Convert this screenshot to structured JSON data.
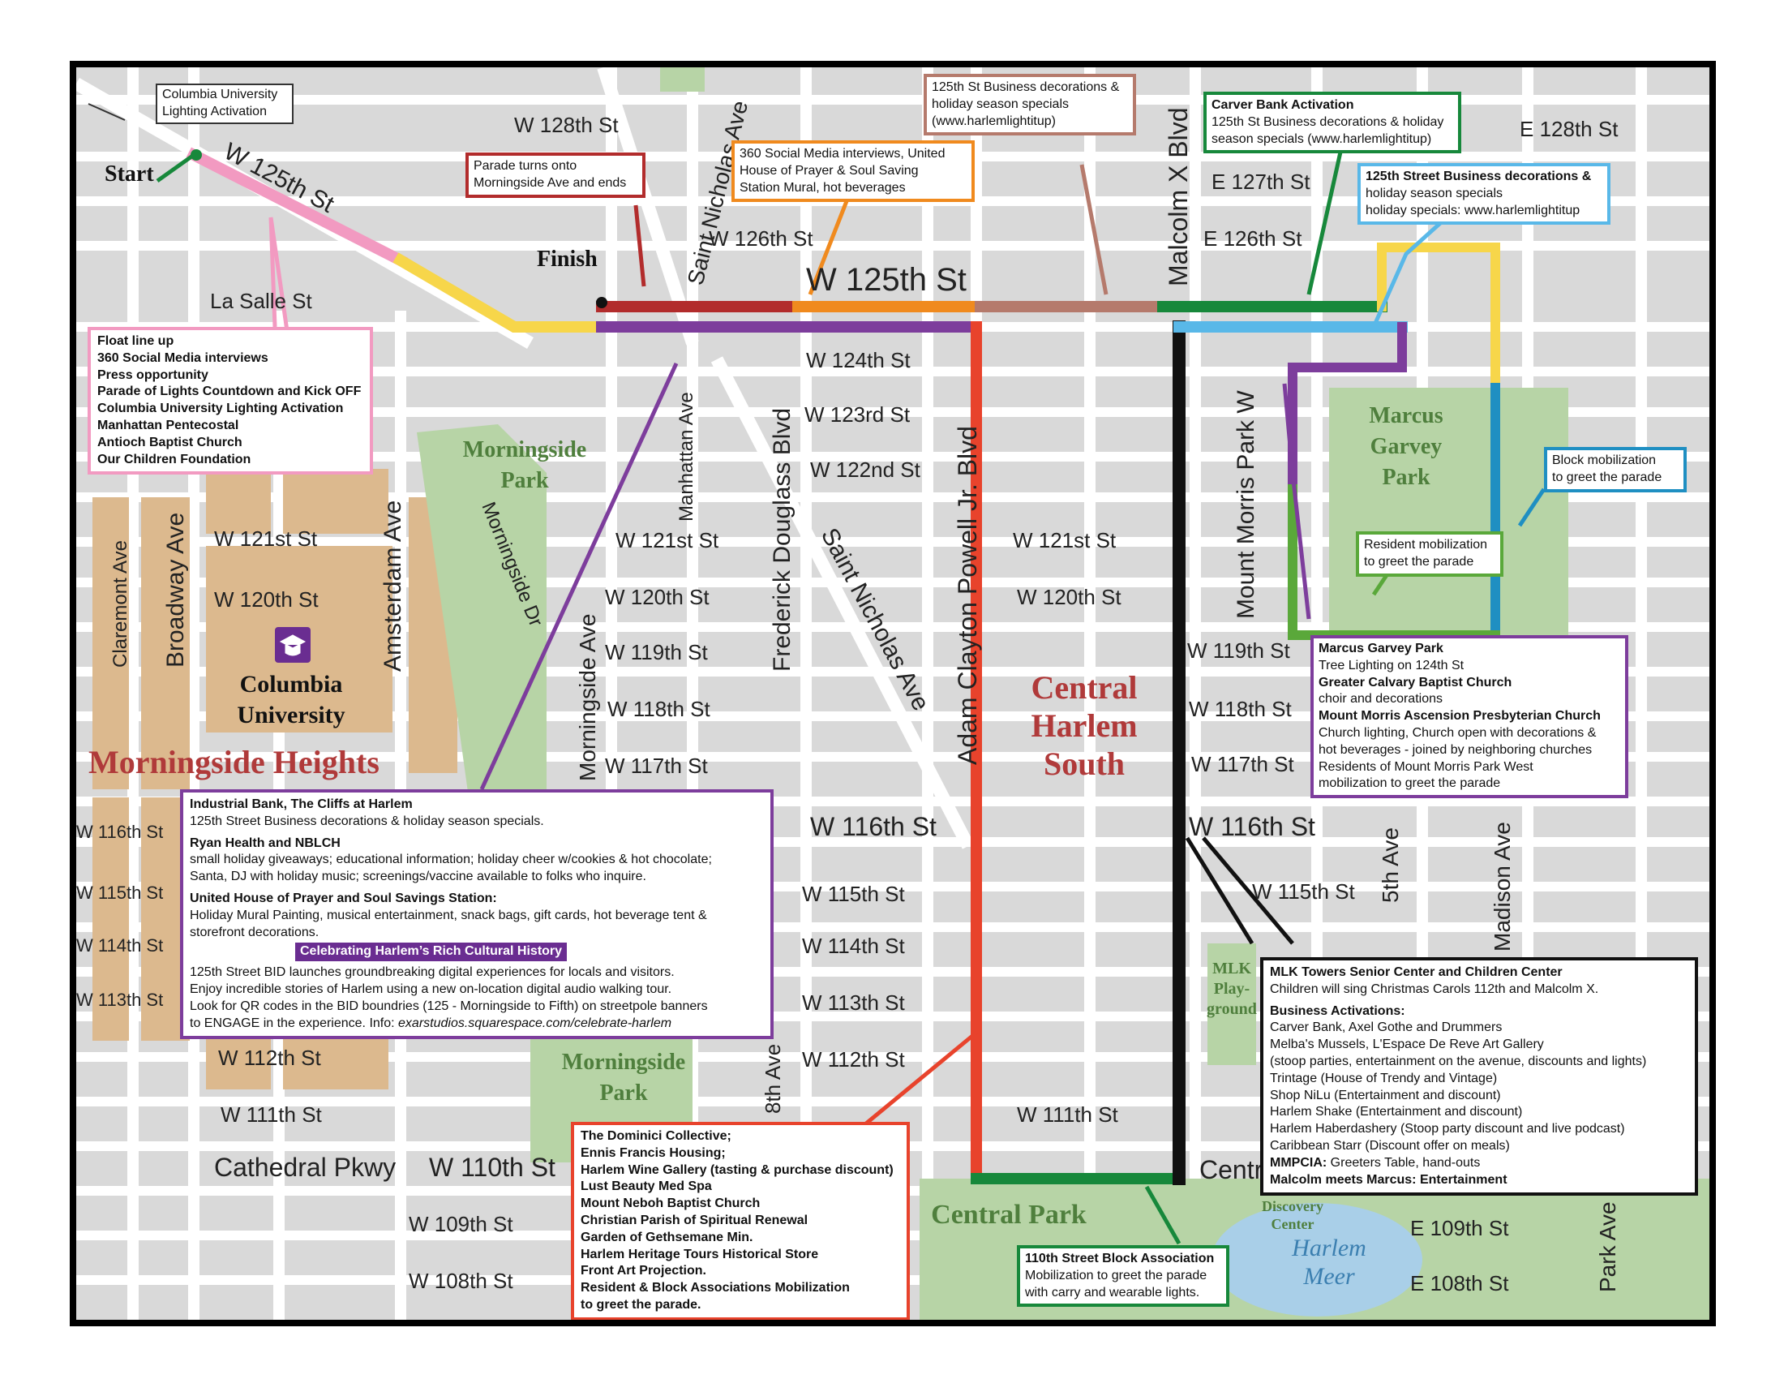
{
  "colors": {
    "pink": "#f29ac1",
    "yellow": "#f7d64a",
    "darkred": "#b22c2c",
    "orange": "#f08a1e",
    "brown": "#b57a6c",
    "green": "#17883b",
    "lightblue": "#59b8e8",
    "purple": "#7d3d9c",
    "red": "#e8432c",
    "black": "#111111",
    "blue": "#1f8fc2",
    "park": "#b7d4a6",
    "campus": "#dcb98e",
    "water": "#a9cfe8",
    "heading": "#b03a3a"
  },
  "labels": {
    "start": "Start",
    "finish": "Finish",
    "neighborhoods": {
      "morningside_heights": "Morningside Heights",
      "central_harlem_south_1": "Central",
      "central_harlem_south_2": "Harlem",
      "central_harlem_south_3": "South",
      "columbia_1": "Columbia",
      "columbia_2": "University"
    },
    "parks": {
      "morningside_park_n1": "Morningside",
      "morningside_park_n2": "Park",
      "morningside_park_s1": "Morningside",
      "morningside_park_s2": "Park",
      "marcus_1": "Marcus",
      "marcus_2": "Garvey",
      "marcus_3": "Park",
      "central_park": "Central Park",
      "mlk_1": "MLK",
      "mlk_2": "Play-",
      "mlk_3": "ground",
      "discovery_1": "Discovery",
      "discovery_2": "Center",
      "harlem_meer_1": "Harlem",
      "harlem_meer_2": "Meer"
    },
    "streets": {
      "w128": "W 128th St",
      "e128": "E 128th St",
      "e127": "E 127th St",
      "w126": "W 126th St",
      "e126": "E 126th St",
      "w125_diag": "W 125th St",
      "w125": "W 125th St",
      "lasalle": "La Salle St",
      "w124": "W 124th St",
      "w123": "W 123rd St",
      "w122": "W 122nd St",
      "w121_a": "W 121st St",
      "w121_b": "W 121st St",
      "w121_c": "W 121st St",
      "w120_a": "W 120th St",
      "w120_b": "W 120th St",
      "w120_c": "W 120th St",
      "w119_a": "W 119th St",
      "w119_b": "W 119th St",
      "w118_a": "W 118th St",
      "w118_b": "W 118th St",
      "w117_a": "W 117th St",
      "w117_b": "W 117th St",
      "w116_a": "W 116th St",
      "w116_b": "W 116th St",
      "w116_c": "W 116th St",
      "w115_a": "W 115th St",
      "w115_b": "W 115th St",
      "w115_c": "W 115th St",
      "w114_a": "W 114th St",
      "w114_b": "W 114th St",
      "w113_a": "W 113th St",
      "w113_b": "W 113th St",
      "w112_a": "W 112th St",
      "w112_b": "W 112th St",
      "w111_a": "W 111th St",
      "w111_b": "W 111th St",
      "cathedral": "Cathedral Pkwy",
      "w110": "W 110th St",
      "w109": "W 109th St",
      "w108": "W 108th St",
      "e109": "E 109th St",
      "e108": "E 108th St",
      "central_cut": "Centr",
      "st_nicholas_n": "Saint Nicholas Ave",
      "st_nicholas_s": "Saint Nicholas Ave",
      "malcolm": "Malcolm X Blvd",
      "manhattan": "Manhattan Ave",
      "fred_douglass": "Frederick Douglass Blvd",
      "acp": "Adam Clayton Powell Jr. Blvd",
      "mount_morris": "Mount Morris Park W",
      "fifth": "5th Ave",
      "madison": "Madison Ave",
      "park_ave": "Park Ave",
      "claremont": "Claremont Ave",
      "broadway": "Broadway Ave",
      "amsterdam": "Amsterdam Ave",
      "morningside_dr": "Morningside Dr",
      "morningside_ave": "Morningside Ave",
      "eighth_ave": "8th Ave"
    }
  },
  "callouts": {
    "columbia_lighting": [
      "Columbia University",
      "Lighting Activation"
    ],
    "parade_turns": [
      "Parade turns onto",
      "Morningside Ave and ends"
    ],
    "social_360": [
      "360 Social Media interviews, United",
      "House of Prayer & Soul Saving",
      "Station Mural, hot beverages"
    ],
    "business_125_brown": [
      "125th St Business decorations &",
      "holiday season specials",
      "(www.harlemlightitup)"
    ],
    "carver": {
      "title": "Carver Bank Activation",
      "lines": [
        "125th St Business decorations & holiday",
        "season specials (www.harlemlightitup)"
      ]
    },
    "business_125_blue": {
      "title": "125th Street Business decorations &",
      "lines": [
        "holiday season specials",
        "holiday specials: www.harlemlightitup"
      ]
    },
    "float": [
      "Float line up",
      "360 Social Media interviews",
      "Press opportunity",
      "Parade of Lights Countdown and Kick OFF",
      "Columbia University Lighting Activation",
      "Manhattan Pentecostal",
      "Antioch Baptist Church",
      "Our Children Foundation"
    ],
    "block_mobil": [
      "Block mobilization",
      "to greet the parade"
    ],
    "resident_mobil": [
      "Resident mobilization",
      "to greet the parade"
    ],
    "marcus": [
      {
        "b": true,
        "t": "Marcus Garvey Park"
      },
      {
        "b": false,
        "t": "Tree Lighting on 124th St"
      },
      {
        "b": true,
        "t": "Greater Calvary Baptist Church"
      },
      {
        "b": false,
        "t": "choir and decorations"
      },
      {
        "b": true,
        "t": "Mount Morris Ascension Presbyterian Church"
      },
      {
        "b": false,
        "t": "Church lighting, Church open with decorations &"
      },
      {
        "b": false,
        "t": " hot beverages -  joined by neighboring churches"
      },
      {
        "b": false,
        "t": "Residents of Mount Morris Park West"
      },
      {
        "b": false,
        "t": "mobilization to greet the parade"
      }
    ],
    "industrial": {
      "l1b": "Industrial Bank,  The Cliffs at Harlem",
      "l2": "125th Street Business decorations & holiday season specials.",
      "l3b": "Ryan Health and NBLCH",
      "l4": "small holiday giveaways; educational information; holiday cheer w/cookies & hot chocolate;",
      "l5": "Santa, DJ with holiday music; screenings/vaccine available to folks who inquire.",
      "l6b": "United House of Prayer and Soul Savings Station:",
      "l7": "Holiday Mural Painting, musical entertainment, snack bags, gift cards, hot beverage tent &",
      "l8": "storefront decorations.",
      "banner": "Celebrating Harlem’s Rich Cultural History",
      "l9": "125th Street BID launches groundbreaking digital experiences for locals and visitors.",
      "l10": "Enjoy incredible stories of Harlem using a new on-location digital audio walking tour.",
      "l11": "Look for QR codes in the BID boundries (125 - Morningside to Fifth) on streetpole banners",
      "l12a": "to ENGAGE in the experience. Info: ",
      "l12b": "exarstudios.squarespace.com/celebrate-harlem"
    },
    "dominici": [
      "The Dominici Collective;",
      "Ennis Francis Housing;",
      "Harlem Wine Gallery (tasting & purchase discount)",
      "Lust Beauty Med Spa",
      "Mount Neboh Baptist Church",
      "Christian Parish of Spiritual Renewal",
      "Garden of Gethsemane Min.",
      "Harlem Heritage Tours Historical Store",
      "Front Art Projection.",
      "Resident & Block Associations Mobilization",
      "to greet the parade."
    ],
    "block110": {
      "title": "110th Street Block Association",
      "lines": [
        "Mobilization to greet the parade",
        "with carry and wearable lights."
      ]
    },
    "mlk": {
      "title": "MLK Towers Senior Center and Children Center",
      "sub": "Children will sing Christmas Carols 112th and Malcolm X.",
      "act": "Business Activations:",
      "items": [
        "Carver Bank, Axel Gothe and Drummers",
        "Melba's Mussels, L'Espace De Reve Art Gallery",
        "(stoop parties, entertainment on the avenue, discounts and lights)",
        "Trintage (House of Trendy and Vintage)",
        "Shop NiLu (Entertainment and discount)",
        "Harlem Shake (Entertainment and discount)",
        "Harlem Haberdashery (Stoop party discount and live podcast)",
        "Caribbean Starr (Discount offer on meals)"
      ],
      "mmpcia_b": "MMPCIA:",
      "mmpcia": "  Greeters Table, hand-outs",
      "malcolm_b": "Malcolm meets Marcus: Entertainment"
    }
  }
}
